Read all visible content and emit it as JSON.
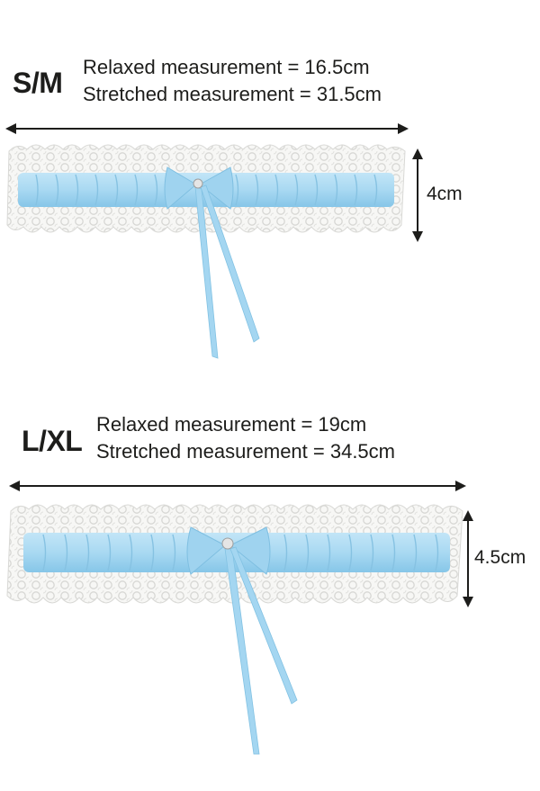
{
  "sizes": [
    {
      "size_label": "S/M",
      "relaxed": "Relaxed measurement = 16.5cm",
      "stretched": "Stretched measurement = 31.5cm",
      "width_label": "4cm"
    },
    {
      "size_label": "L/XL",
      "relaxed": "Relaxed measurement = 19cm",
      "stretched": "Stretched measurement = 34.5cm",
      "width_label": "4.5cm"
    }
  ],
  "colors": {
    "ribbon": "#a9d9f2",
    "ribbon_shadow": "#7fc1e4",
    "lace": "#f7f7f5",
    "lace_edge": "#dcdcda",
    "arrow": "#1d1d1b"
  }
}
